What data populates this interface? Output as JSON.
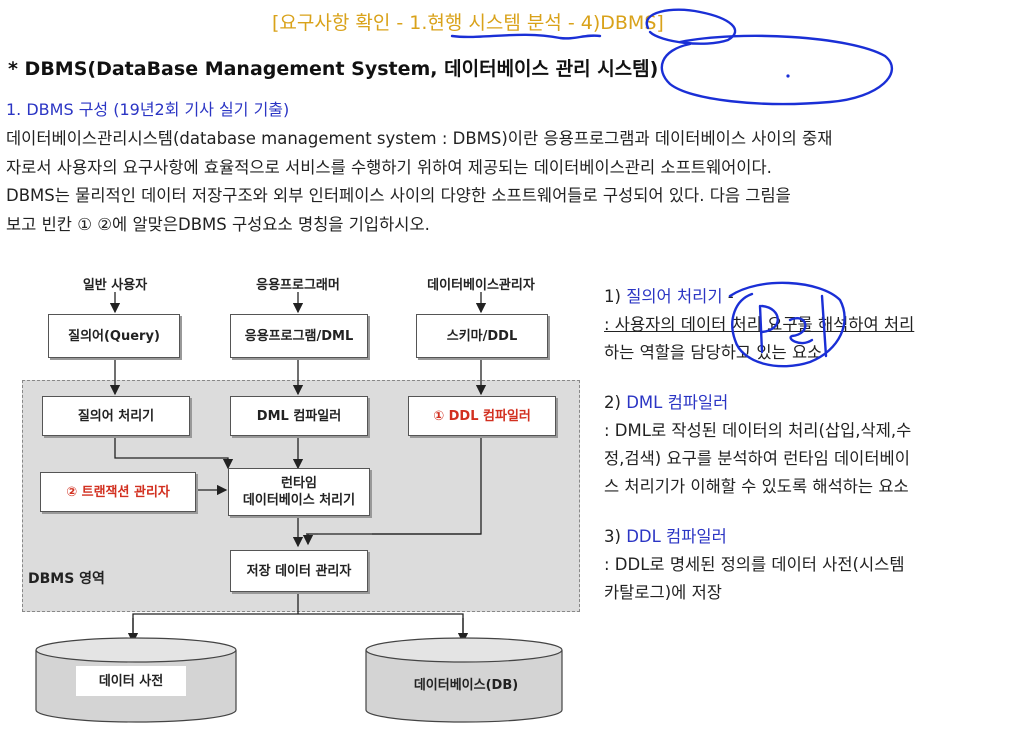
{
  "header": {
    "title": "[요구사항 확인 - 1.현행 시스템 분석 - 4)DBMS]",
    "heading": "* DBMS(DataBase Management System, 데이터베이스 관리 시스템)"
  },
  "section": {
    "subtitle": "1. DBMS 구성 (19년2회 기사 실기 기출)",
    "lines": [
      "데이터베이스관리시스템(database management system : DBMS)이란 응용프로그램과 데이터베이스 사이의 중재",
      "자로서 사용자의 요구사항에 효율적으로 서비스를 수행하기 위하여 제공되는 데이터베이스관리 소프트웨어이다.",
      "DBMS는 물리적인 데이터 저장구조와 외부 인터페이스 사이의 다양한 소프트웨어들로 구성되어 있다. 다음 그림을",
      "보고 빈칸 ① ②에 알맞은DBMS 구성요소 명칭을 기입하시오."
    ]
  },
  "diagram": {
    "actors": [
      "일반 사용자",
      "응용프로그래머",
      "데이터베이스관리자"
    ],
    "top_boxes": [
      "질의어(Query)",
      "응용프로그램/DML",
      "스키마/DDL"
    ],
    "query_processor": "질의어 처리기",
    "dml_compiler": "DML 컴파일러",
    "ddl_compiler": "① DDL 컴파일러",
    "transaction_manager": "② 트랜잭션 관리자",
    "runtime_line1": "런타임",
    "runtime_line2": "데이터베이스 처리기",
    "storage_manager": "저장 데이터 관리자",
    "area_label": "DBMS 영역",
    "data_dictionary": "데이터 사전",
    "database": "데이터베이스(DB)"
  },
  "answers": [
    {
      "number": "1)",
      "name": "질의어 처리기",
      "suffix": "-",
      "lines": [
        ": 사용자의 데이터 처리 요구를 해석하여 처리",
        "하는 역할을 담당하고 있는 요소"
      ]
    },
    {
      "number": "2)",
      "name": "DML 컴파일러",
      "suffix": "",
      "lines": [
        ": DML로 작성된 데이터의 처리(삽입,삭제,수",
        "정,검색) 요구를 분석하여 런타임 데이터베이",
        "스 처리기가 이해할 수 있도록 해석하는 요소"
      ]
    },
    {
      "number": "3)",
      "name": "DDL 컴파일러",
      "suffix": "",
      "lines": [
        ": DDL로 명세된 정의를 데이터 사전(시스템",
        "카탈로그)에 저장"
      ]
    }
  ],
  "colors": {
    "title": "#d9a21a",
    "blue_text": "#2b35c4",
    "red_text": "#d23020",
    "annotation": "#1a2fd6"
  }
}
